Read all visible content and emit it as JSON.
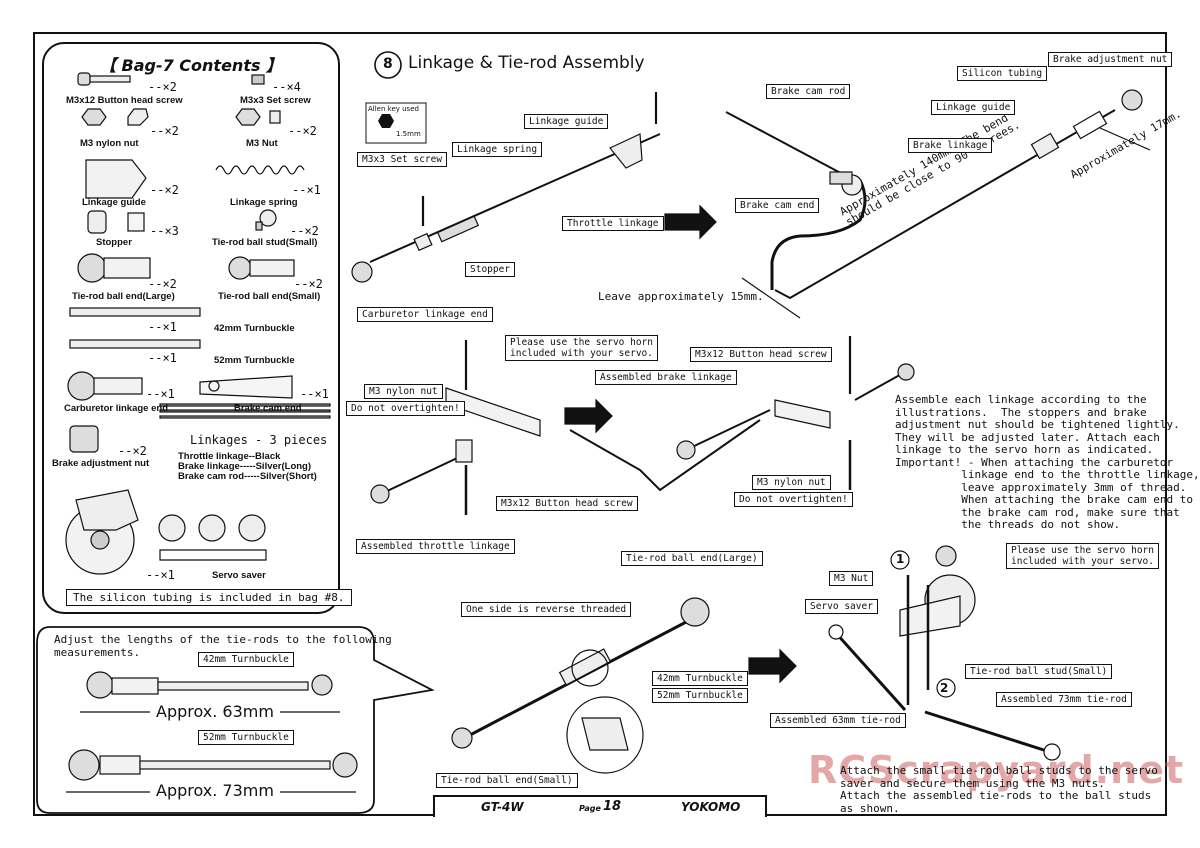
{
  "bag": {
    "title": "【 Bag-7 Contents 】",
    "items": [
      {
        "label": "M3x12 Button head screw",
        "qty": "--×2"
      },
      {
        "label": "M3x3 Set screw",
        "qty": "--×4"
      },
      {
        "label": "M3 nylon nut",
        "qty": "--×2"
      },
      {
        "label": "M3 Nut",
        "qty": "--×2"
      },
      {
        "label": "Linkage guide",
        "qty": "--×2"
      },
      {
        "label": "Linkage spring",
        "qty": "--×1"
      },
      {
        "label": "Stopper",
        "qty": "--×3"
      },
      {
        "label": "Tie-rod ball stud(Small)",
        "qty": "--×2"
      },
      {
        "label": "Tie-rod ball end(Large)",
        "qty": "--×2"
      },
      {
        "label": "Tie-rod ball end(Small)",
        "qty": "--×2"
      },
      {
        "label": "42mm Turnbuckle",
        "qty": "--×1"
      },
      {
        "label": "52mm Turnbuckle",
        "qty": "--×1"
      },
      {
        "label": "Carburetor linkage end",
        "qty": "--×1"
      },
      {
        "label": "Brake cam end",
        "qty": "--×1"
      },
      {
        "label": "Brake adjustment nut",
        "qty": "--×2"
      },
      {
        "label": "Servo saver",
        "qty": "--×1"
      }
    ],
    "linkages_title": "Linkages - 3 pieces",
    "linkages_lines": "Throttle linkage--Black\nBrake linkage-----Silver(Long)\nBrake cam rod-----Silver(Short)",
    "silicon_note": "The silicon tubing is included in bag #8."
  },
  "tierod_note": {
    "text": "Adjust the lengths of the tie-rods to the following\nmeasurements.",
    "turnbuckle42": "42mm Turnbuckle",
    "approx63": "Approx. 63mm",
    "turnbuckle52": "52mm Turnbuckle",
    "approx73": "Approx. 73mm"
  },
  "step": {
    "number": "8",
    "title": "Linkage & Tie-rod Assembly"
  },
  "callouts": {
    "allen_key": "Allen key used",
    "allen_size": "1.5mm",
    "m3x3_set_screw": "M3x3 Set screw",
    "linkage_spring": "Linkage spring",
    "linkage_guide_1": "Linkage guide",
    "throttle_linkage": "Throttle linkage",
    "stopper": "Stopper",
    "carb_linkage_end": "Carburetor linkage end",
    "brake_cam_rod": "Brake cam rod",
    "brake_cam_end": "Brake cam end",
    "leave_15": "Leave approximately 15mm.",
    "approx_140": "Approximately 140mm. The bend\nshould be close to 90 degrees.",
    "silicon_tubing": "Silicon tubing",
    "brake_adj_nut": "Brake adjustment nut",
    "linkage_guide_2": "Linkage guide",
    "brake_linkage": "Brake linkage",
    "approx_17": "Approximately 17mm.",
    "servo_horn_1": "Please use the servo horn\nincluded with your servo.",
    "m3_nylon_nut_1": "M3 nylon nut",
    "dont_overtighten_1": "Do not overtighten!",
    "m3x12_1": "M3x12 Button head screw",
    "assembled_throttle": "Assembled throttle linkage",
    "assembled_brake": "Assembled brake linkage",
    "m3x12_2": "M3x12 Button head screw",
    "m3_nylon_nut_2": "M3 nylon nut",
    "dont_overtighten_2": "Do not overtighten!",
    "tierod_large": "Tie-rod ball end(Large)",
    "reverse_threaded": "One side is reverse threaded",
    "tb42": "42mm Turnbuckle",
    "tb52": "52mm Turnbuckle",
    "tierod_small": "Tie-rod ball end(Small)",
    "servo_horn_2": "Please use the servo horn\nincluded with your servo.",
    "m3_nut": "M3 Nut",
    "servo_saver": "Servo saver",
    "ball_stud_small": "Tie-rod ball stud(Small)",
    "assembled_73": "Assembled 73mm tie-rod",
    "assembled_63": "Assembled 63mm tie-rod",
    "circle1": "1",
    "circle2": "2"
  },
  "instructions": {
    "assemble": "Assemble each linkage according to the\nillustrations.  The stoppers and brake\nadjustment nut should be tightened lightly.\nThey will be adjusted later. Attach each\nlinkage to the servo horn as indicated.\nImportant! - When attaching the carburetor\n          linkage end to the throttle linkage,\n          leave approximately 3mm of thread.\n          When attaching the brake cam end to\n          the brake cam rod, make sure that\n          the threads do not show.",
    "attach": "Attach the small tie-rod ball studs to the servo\nsaver and secure them using the M3 nuts.\nAttach the assembled tie-rods to the ball studs\nas shown."
  },
  "footer": {
    "model": "GT-4W",
    "page_label": "Page",
    "page_number": "18",
    "brand": "YOKOMO"
  },
  "watermark": "RCScrapyard.net"
}
